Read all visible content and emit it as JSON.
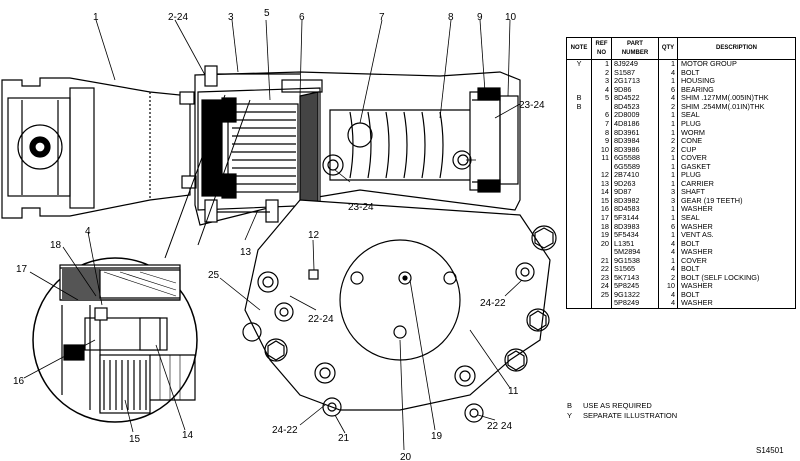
{
  "table": {
    "headers": {
      "note": "NOTE",
      "ref_no": "REF NO",
      "part_number": "PART NUMBER",
      "qty": "QTY",
      "description": "DESCRIPTION"
    },
    "rows": [
      {
        "note": "Y",
        "ref": "1",
        "part": "8J9249",
        "qty": "1",
        "desc": "MOTOR GROUP"
      },
      {
        "note": "",
        "ref": "2",
        "part": "S1587",
        "qty": "4",
        "desc": "BOLT"
      },
      {
        "note": "",
        "ref": "3",
        "part": "2G1713",
        "qty": "1",
        "desc": "HOUSING"
      },
      {
        "note": "",
        "ref": "4",
        "part": "9D86",
        "qty": "6",
        "desc": "BEARING"
      },
      {
        "note": "B",
        "ref": "5",
        "part": "8D4522",
        "qty": "4",
        "desc": "SHIM .127MM(.005IN)THK"
      },
      {
        "note": "B",
        "ref": "",
        "part": "8D4523",
        "qty": "2",
        "desc": "SHIM .254MM(.01IN)THK"
      },
      {
        "note": "",
        "ref": "6",
        "part": "2D8009",
        "qty": "1",
        "desc": "SEAL"
      },
      {
        "note": "",
        "ref": "7",
        "part": "4D8186",
        "qty": "1",
        "desc": "PLUG"
      },
      {
        "note": "",
        "ref": "8",
        "part": "8D3961",
        "qty": "1",
        "desc": "WORM"
      },
      {
        "note": "",
        "ref": "9",
        "part": "8D3984",
        "qty": "2",
        "desc": "CONE"
      },
      {
        "note": "",
        "ref": "10",
        "part": "8D3986",
        "qty": "2",
        "desc": "CUP"
      },
      {
        "note": "",
        "ref": "11",
        "part": "6G5588",
        "qty": "1",
        "desc": "COVER"
      },
      {
        "note": "",
        "ref": "",
        "part": "6G5589",
        "qty": "1",
        "desc": "GASKET"
      },
      {
        "note": "",
        "ref": "12",
        "part": "2B7410",
        "qty": "1",
        "desc": "PLUG"
      },
      {
        "note": "",
        "ref": "13",
        "part": "9D263",
        "qty": "1",
        "desc": "CARRIER"
      },
      {
        "note": "",
        "ref": "14",
        "part": "9D87",
        "qty": "3",
        "desc": "SHAFT"
      },
      {
        "note": "",
        "ref": "15",
        "part": "8D3982",
        "qty": "3",
        "desc": "GEAR (19 TEETH)"
      },
      {
        "note": "",
        "ref": "16",
        "part": "8D4583",
        "qty": "1",
        "desc": "WASHER"
      },
      {
        "note": "",
        "ref": "17",
        "part": "5F3144",
        "qty": "1",
        "desc": "SEAL"
      },
      {
        "note": "",
        "ref": "18",
        "part": "8D3983",
        "qty": "6",
        "desc": "WASHER"
      },
      {
        "note": "",
        "ref": "19",
        "part": "5F5434",
        "qty": "1",
        "desc": "VENT AS."
      },
      {
        "note": "",
        "ref": "20",
        "part": "L1351",
        "qty": "4",
        "desc": "BOLT"
      },
      {
        "note": "",
        "ref": "",
        "part": "5M2894",
        "qty": "4",
        "desc": "WASHER"
      },
      {
        "note": "",
        "ref": "21",
        "part": "9G1538",
        "qty": "1",
        "desc": "COVER"
      },
      {
        "note": "",
        "ref": "22",
        "part": "S1565",
        "qty": "4",
        "desc": "BOLT"
      },
      {
        "note": "",
        "ref": "23",
        "part": "5K7143",
        "qty": "2",
        "desc": "BOLT (SELF LOCKING)"
      },
      {
        "note": "",
        "ref": "24",
        "part": "5P8245",
        "qty": "10",
        "desc": "WASHER"
      },
      {
        "note": "",
        "ref": "25",
        "part": "9G1322",
        "qty": "4",
        "desc": "BOLT"
      },
      {
        "note": "",
        "ref": "",
        "part": "5P8249",
        "qty": "4",
        "desc": "WASHER"
      }
    ]
  },
  "legend": [
    {
      "key": "B",
      "text": "USE AS REQUIRED"
    },
    {
      "key": "Y",
      "text": "SEPARATE ILLUSTRATION"
    }
  ],
  "illustration_id": "S14501",
  "callouts": {
    "c1": "1",
    "c2_24": "2-24",
    "c3": "3",
    "c5": "5",
    "c6": "6",
    "c7": "7",
    "c8": "8",
    "c9": "9",
    "c10": "10",
    "c23_24a": "23-24",
    "c23_24b": "23-24",
    "c11": "11",
    "c13": "13",
    "c12": "12",
    "c25": "25",
    "c22_24a": "22-24",
    "c24_22a": "24-22",
    "c18": "18",
    "c4": "4",
    "c17": "17",
    "c16": "16",
    "c15": "15",
    "c14": "14",
    "c24_22b": "24-22",
    "c21": "21",
    "c20": "20",
    "c19": "19",
    "c22_24b": "22 24"
  }
}
